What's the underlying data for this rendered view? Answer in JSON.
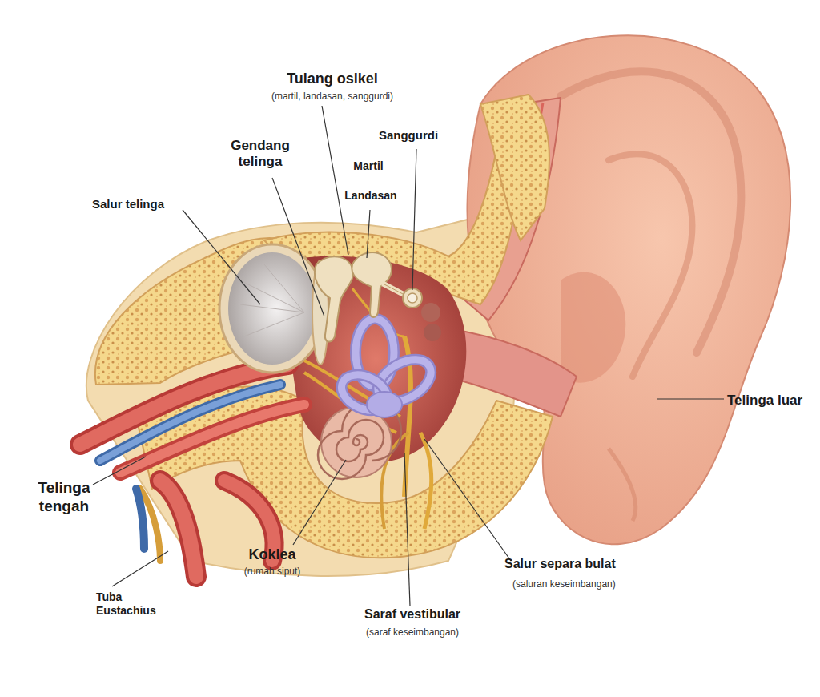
{
  "diagram": {
    "labels": [
      "Tulang osikel",
      "(martil, landasan, sanggurdi)",
      "Sanggurdi",
      "Gendang telinga",
      "Martil",
      "Landasan",
      "Salur telinga",
      "Telinga luar",
      "Telinga tengah",
      "Koklea",
      "(rumah siput)",
      "Salur separa bulat",
      "(saluran keseimbangan)",
      "Saraf vestibular",
      "(saraf keseimbangan)",
      "Tuba Eustachius"
    ]
  }
}
